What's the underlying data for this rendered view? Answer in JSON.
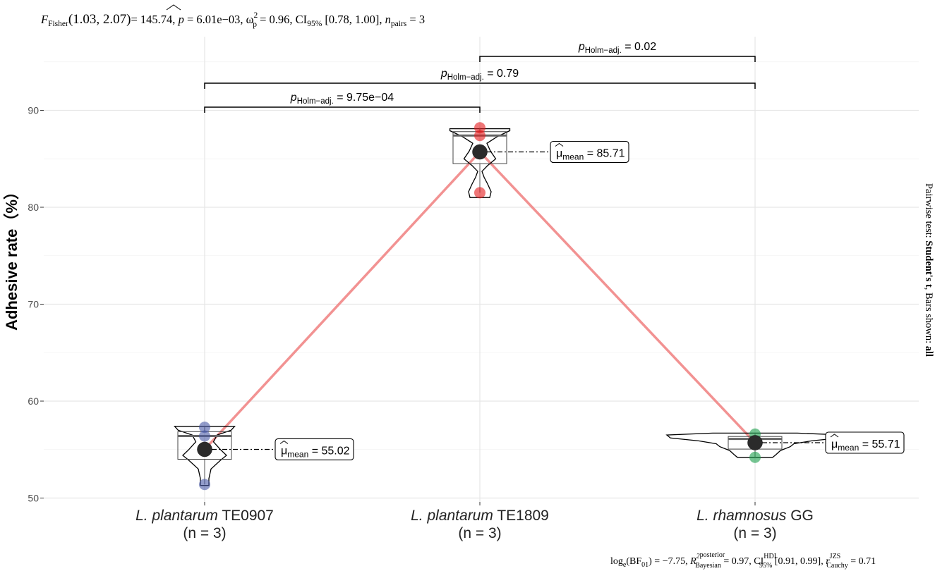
{
  "chart_data": {
    "type": "within-subjects violin/box plot",
    "subtitle": {
      "F_label": "F",
      "F_sub": "Fisher",
      "df": "(1.03, 2.07)",
      "F_value": "= 145.74, ",
      "p_label": "p",
      "p_value": " = 6.01e−03, ",
      "effect_label": "ω",
      "effect_sup": "2",
      "effect_sub": "p",
      "effect_value": " = 0.96, CI",
      "ci_sub": "95%",
      "ci_value": " [0.78, 1.00], ",
      "n_label": "n",
      "n_sub": "pairs",
      "n_value": " = 3"
    },
    "caption": {
      "log_label": "log",
      "log_sub": "e",
      "bf_text": "(BF",
      "bf_sub": "01",
      "bf_value": ") = −7.75, ",
      "r2_label": "R",
      "r2_sup": "2",
      "r2_sup2": "posterior",
      "r2_sub": "Bayesian",
      "r2_value": " = 0.97, CI",
      "ci_sup": "HDI",
      "ci_sub": "95%",
      "ci_value": " [0.91, 0.99], ",
      "r_label": "r",
      "r_sup": "JZS",
      "r_sub": "Cauchy",
      "r_value": " = 0.71"
    },
    "right_label": {
      "prefix": "Pairwise test: ",
      "test": "Student's t",
      "middle": ", Bars shown: ",
      "bars": "all"
    },
    "ylabel": "Adhesive rate（%）",
    "ylim": [
      49.6,
      97.6
    ],
    "yticks": [
      50,
      60,
      70,
      80,
      90
    ],
    "groups": [
      {
        "name_italic": "L. plantarum",
        "name_rest": " TE0907",
        "n_label": "(n = 3)",
        "color": "#4A5AA6",
        "points": [
          57.3,
          56.4,
          51.4
        ],
        "mean": 55.02,
        "mean_label": "= 55.02",
        "box": {
          "q1": 54.0,
          "median": 56.4,
          "q3": 56.85,
          "min": 51.4,
          "max": 57.3
        },
        "violin": [
          [
            51.3,
            0.12
          ],
          [
            52.0,
            0.12
          ],
          [
            53.0,
            0.18
          ],
          [
            53.9,
            0.45
          ],
          [
            54.4,
            0.62
          ],
          [
            55.0,
            0.45
          ],
          [
            55.8,
            0.25
          ],
          [
            56.5,
            0.35
          ],
          [
            57.0,
            0.75
          ],
          [
            57.4,
            0.85
          ]
        ]
      },
      {
        "name_italic": "L. plantarum",
        "name_rest": " TE1809",
        "n_label": "(n = 3)",
        "color": "#E41A1C",
        "points": [
          88.2,
          87.4,
          81.5
        ],
        "mean": 85.71,
        "mean_label": "= 85.71",
        "box": {
          "q1": 84.5,
          "median": 87.4,
          "q3": 87.8,
          "min": 81.5,
          "max": 88.2
        },
        "violin": [
          [
            81.0,
            0.28
          ],
          [
            81.6,
            0.32
          ],
          [
            82.4,
            0.22
          ],
          [
            83.1,
            0.12
          ],
          [
            83.7,
            0.06
          ],
          [
            84.3,
            0.22
          ],
          [
            85.0,
            0.45
          ],
          [
            85.8,
            0.3
          ],
          [
            86.6,
            0.2
          ],
          [
            87.3,
            0.5
          ],
          [
            87.9,
            0.85
          ],
          [
            88.1,
            0.85
          ]
        ]
      },
      {
        "name_italic": "L. rhamnosus",
        "name_rest": " GG",
        "n_label": "(n = 3)",
        "color": "#1B9E4B",
        "points": [
          56.6,
          55.9,
          54.2
        ],
        "mean": 55.71,
        "mean_label": "= 55.71",
        "box": {
          "q1": 55.05,
          "median": 56.1,
          "q3": 56.35,
          "min": 54.2,
          "max": 56.6
        },
        "violin": [
          [
            54.2,
            0.5
          ],
          [
            54.5,
            0.6
          ],
          [
            54.9,
            0.72
          ],
          [
            55.3,
            1.0
          ],
          [
            55.6,
            1.1
          ],
          [
            55.9,
            1.6
          ],
          [
            56.2,
            2.4
          ],
          [
            56.5,
            2.5
          ],
          [
            56.7,
            1.2
          ]
        ]
      }
    ],
    "brackets": [
      {
        "from": 0,
        "to": 1,
        "p_label": "p",
        "p_sub": "Holm−adj.",
        "p_value": " = 9.75e−04"
      },
      {
        "from": 0,
        "to": 2,
        "p_label": "p",
        "p_sub": "Holm−adj.",
        "p_value": " = 0.79"
      },
      {
        "from": 1,
        "to": 2,
        "p_label": "p",
        "p_sub": "Holm−adj.",
        "p_value": " = 0.02"
      }
    ],
    "mean_label_mu": "μ",
    "mean_label_sub": "mean",
    "connect_line_color": "#F07F7F",
    "grid": true
  }
}
